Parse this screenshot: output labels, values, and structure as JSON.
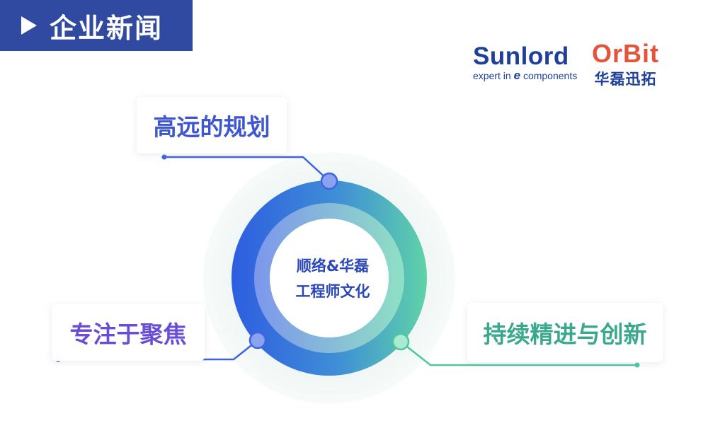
{
  "banner": {
    "title": "企业新闻"
  },
  "logos": {
    "sunlord": {
      "name": "Sunlord",
      "tag_before": "expert in ",
      "tag_e": "e",
      "tag_after": " components"
    },
    "orbit": {
      "name": "OrBit",
      "cn": "华磊迅拓"
    }
  },
  "diagram": {
    "center_line1": "顺络&华磊",
    "center_line2": "工程师文化",
    "labels": {
      "top": "高远的规划",
      "left": "专注于聚焦",
      "right": "持续精进与创新"
    }
  },
  "colors": {
    "banner": "#2f4aa0",
    "ring_start": "#2e5de0",
    "ring_end": "#5fd3a8",
    "text_blue": "#3e56d0",
    "text_purple": "#6a4dd6",
    "text_green": "#3aa88e"
  }
}
